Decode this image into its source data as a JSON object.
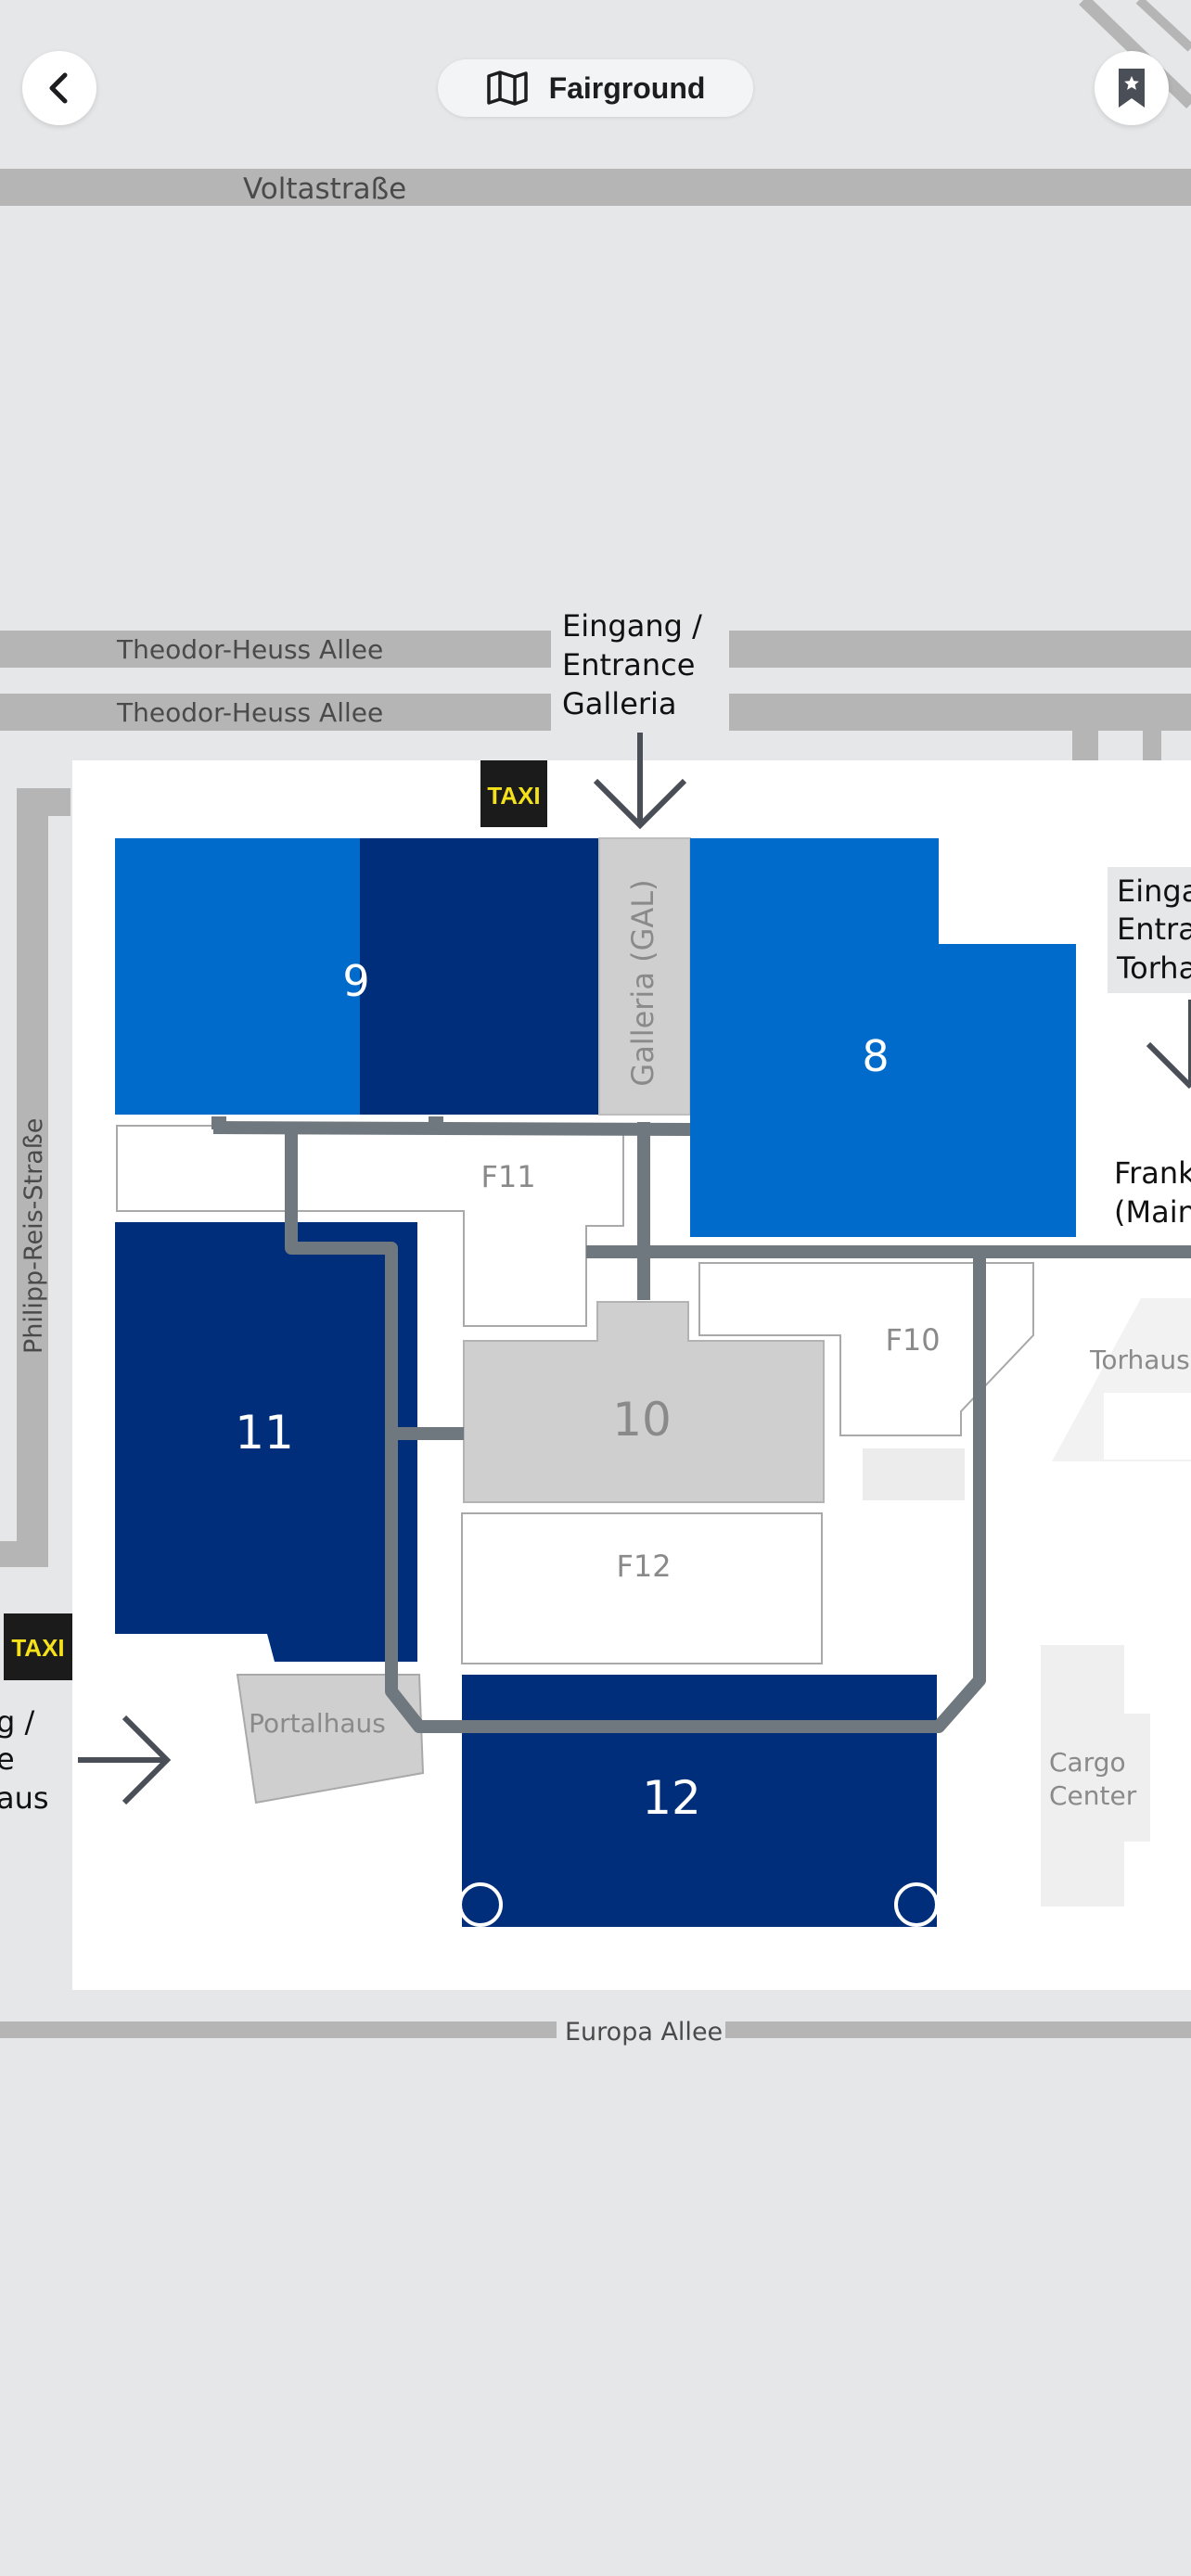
{
  "header": {
    "title": "Fairground",
    "back_icon": "chevron-left-icon",
    "map_icon": "map-icon",
    "bookmark_icon": "bookmark-star-icon"
  },
  "colors": {
    "background": "#e6e7e9",
    "road": "#b5b5b5",
    "hall_blue": "#006bcb",
    "hall_navy": "#002e7a",
    "walkway": "#6f787e",
    "grey_building": "#cfcfcf"
  },
  "roads": {
    "voltastrasse": "Voltastraße",
    "theodor_heuss_1": "Theodor-Heuss Allee",
    "theodor_heuss_2": "Theodor-Heuss Allee",
    "philipp_reis": "Philipp-Reis-Straße",
    "europa_allee": "Europa Allee"
  },
  "halls": {
    "h9": "9",
    "h8": "8",
    "h11": "11",
    "h10": "10",
    "h12": "12",
    "galleria": "Galleria (GAL)",
    "f11": "F11",
    "f10": "F10",
    "f12": "F12",
    "portalhaus": "Portalhaus",
    "torhaus": "Torhaus",
    "cargo_line1": "Cargo",
    "cargo_line2": "Center"
  },
  "entrances": {
    "galleria": [
      "Eingang /",
      "Entrance",
      "Galleria"
    ],
    "torhaus": [
      "Einga",
      "Entra",
      "Torha"
    ],
    "frankfurt": [
      "Frank",
      "(Main"
    ],
    "portalhaus": [
      "g /",
      "e",
      "aus"
    ]
  },
  "taxi": {
    "top": "TAXI",
    "left": "TAXI"
  }
}
